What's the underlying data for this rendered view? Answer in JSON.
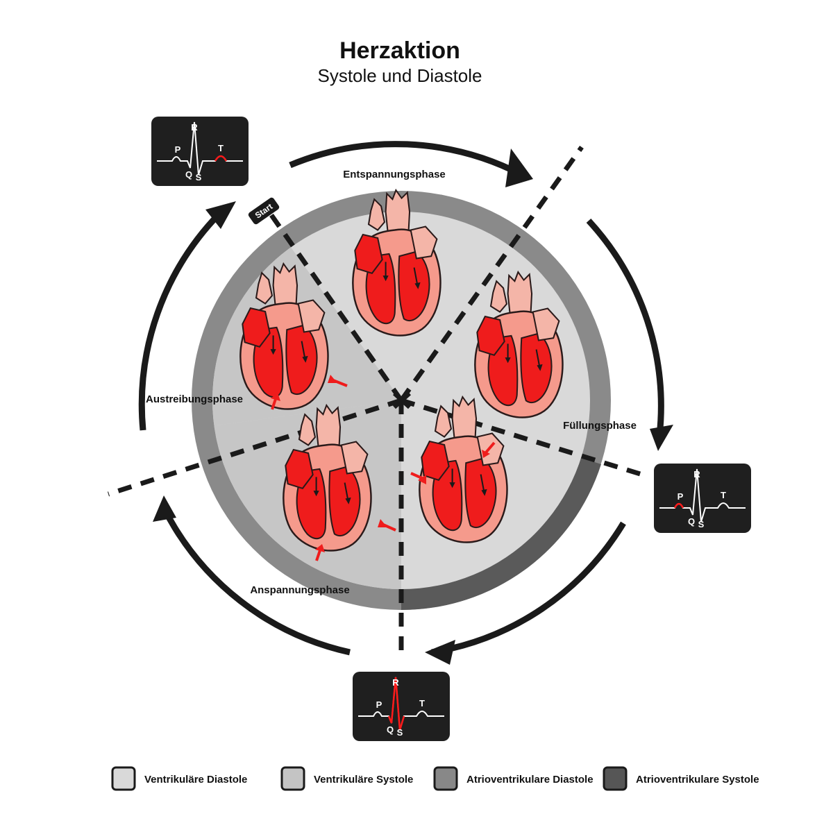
{
  "title": "Herzaktion",
  "subtitle": "Systole und Diastole",
  "phases": {
    "entspannung": "Entspannungsphase",
    "fuellung": "Füllungsphase",
    "anspannung": "Anspannungsphase",
    "austreibung": "Austreibungsphase"
  },
  "start_label": "Start",
  "ecg_labels": {
    "p": "P",
    "q": "Q",
    "r": "R",
    "s": "S",
    "t": "T"
  },
  "legend": [
    {
      "label": "Ventrikuläre Diastole",
      "color": "#d9d9d9"
    },
    {
      "label": "Ventrikuläre Systole",
      "color": "#c4c4c4"
    },
    {
      "label": "Atrioventrikulare Diastole",
      "color": "#888888"
    },
    {
      "label": "Atrioventrikulare Systole",
      "color": "#565656"
    }
  ],
  "colors": {
    "heart_red": "#ef1c1c",
    "heart_pink": "#f59a8c",
    "vessel_pink": "#f4b5a8",
    "ecg_highlight": "#ff1a1a",
    "ecg_panel": "#1f1f1f",
    "ring": "#8a8a8a",
    "ring_dark": "#5a5a5a",
    "light_sector": "#dadada",
    "mid_sector": "#c6c6c6"
  }
}
